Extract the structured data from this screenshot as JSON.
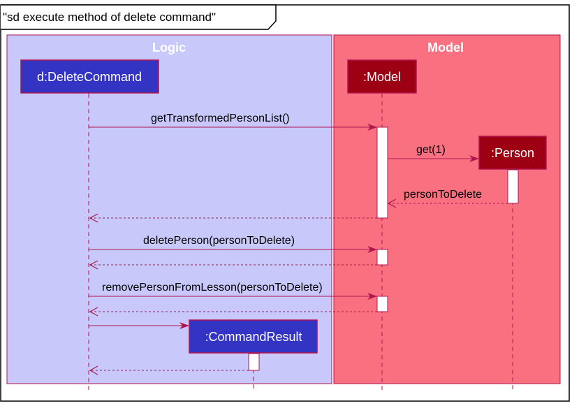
{
  "frame_title": "\"sd execute method of delete command\"",
  "boxes": {
    "logic": "Logic",
    "model": "Model"
  },
  "participants": {
    "delete_command": "d:DeleteCommand",
    "model": ":Model",
    "person": ":Person",
    "command_result": ":CommandResult"
  },
  "messages": {
    "get_transformed_person_list": "getTransformedPersonList()",
    "get_one": "get(1)",
    "person_to_delete": "personToDelete",
    "delete_person": "deletePerson(personToDelete)",
    "remove_person_from_lesson": "removePersonFromLesson(personToDelete)"
  },
  "colors": {
    "logic_box": "#C8C8FA",
    "model_box": "#F97181",
    "delete_command_fill": "#3333C4",
    "model_fill": "#9D0012",
    "person_fill": "#9D0012",
    "command_result_fill": "#3333C4",
    "line": "#B0164E",
    "activation_fill": "#FFFFFF"
  }
}
